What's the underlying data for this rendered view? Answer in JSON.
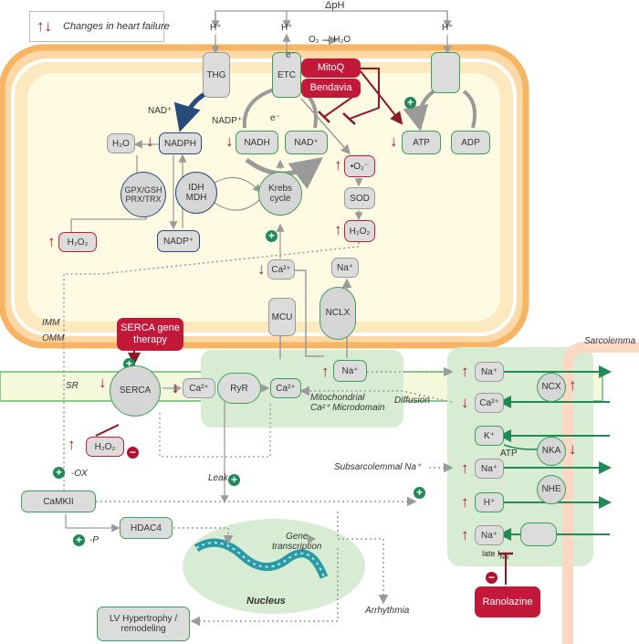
{
  "legend": {
    "text": "Changes in heart failure"
  },
  "top": {
    "dph": "ΔpH",
    "h1": "H⁺",
    "h2": "H⁺",
    "h3": "H⁺",
    "o2_h2o": "O₂ → H₂O"
  },
  "imm": {
    "thg": "THG",
    "etc": "ETC",
    "e1": "e⁻",
    "e2": "e⁻",
    "nadp_plus_out": "NAD⁺",
    "nadp_in": "NADP⁺",
    "h2o": "H₂O",
    "nadph": "NADPH",
    "nadh": "NADH",
    "nad_plus": "NAD⁺",
    "superoxide": "•O₂⁻",
    "sod": "SOD",
    "h2o2_right": "H₂O₂",
    "atp": "ATP",
    "adp": "ADP",
    "gpx": "GPX/GSH\nPRX/TRX",
    "idh": "IDH\nMDH",
    "krebs": "Krebs\ncycle",
    "nadp_plus_box": "NADP⁺",
    "h2o2_left": "H₂O₂",
    "ca_mito": "Ca²⁺",
    "na_mito": "Na⁺",
    "mcu": "MCU",
    "nclx": "NCLX",
    "imm_label": "IMM",
    "omm_label": "OMM"
  },
  "drugs": {
    "mitoq": "MitoQ",
    "bendavia": "Bendavia",
    "serca_gt": "SERCA gene\ntherapy",
    "ranolazine": "Ranolazine"
  },
  "cyto": {
    "sr": "SR",
    "serca": "SERCA",
    "ca_sr": "Ca²⁺",
    "ryr": "RyR",
    "ca_micro": "Ca²⁺",
    "micro_label": "Mitochondrial\nCa²⁺ Microdomain",
    "na_cyto": "Na⁺",
    "h2o2_cyto": "H₂O₂",
    "ox": "-OX",
    "camkii": "CaMKII",
    "p": "-P",
    "hdac4": "HDAC4",
    "leak": "Leak",
    "gene": "Gene\ntranscription",
    "nucleus": "Nucleus",
    "lvh": "LV Hypertrophy /\nremodeling",
    "arrhythmia": "Arrhythmia",
    "diffusion": "Diffusion",
    "subsarc": "Subsarcolemmal Na⁺"
  },
  "sarc": {
    "title": "Sarcolemma",
    "na1": "Na⁺",
    "ca": "Ca²⁺",
    "k": "K⁺",
    "na2": "Na⁺",
    "h": "H⁺",
    "na3": "Na⁺",
    "ncx": "NCX",
    "nka": "NKA",
    "nhe": "NHE",
    "atp": "ATP",
    "late": "late I",
    "late_sub": "Na"
  }
}
